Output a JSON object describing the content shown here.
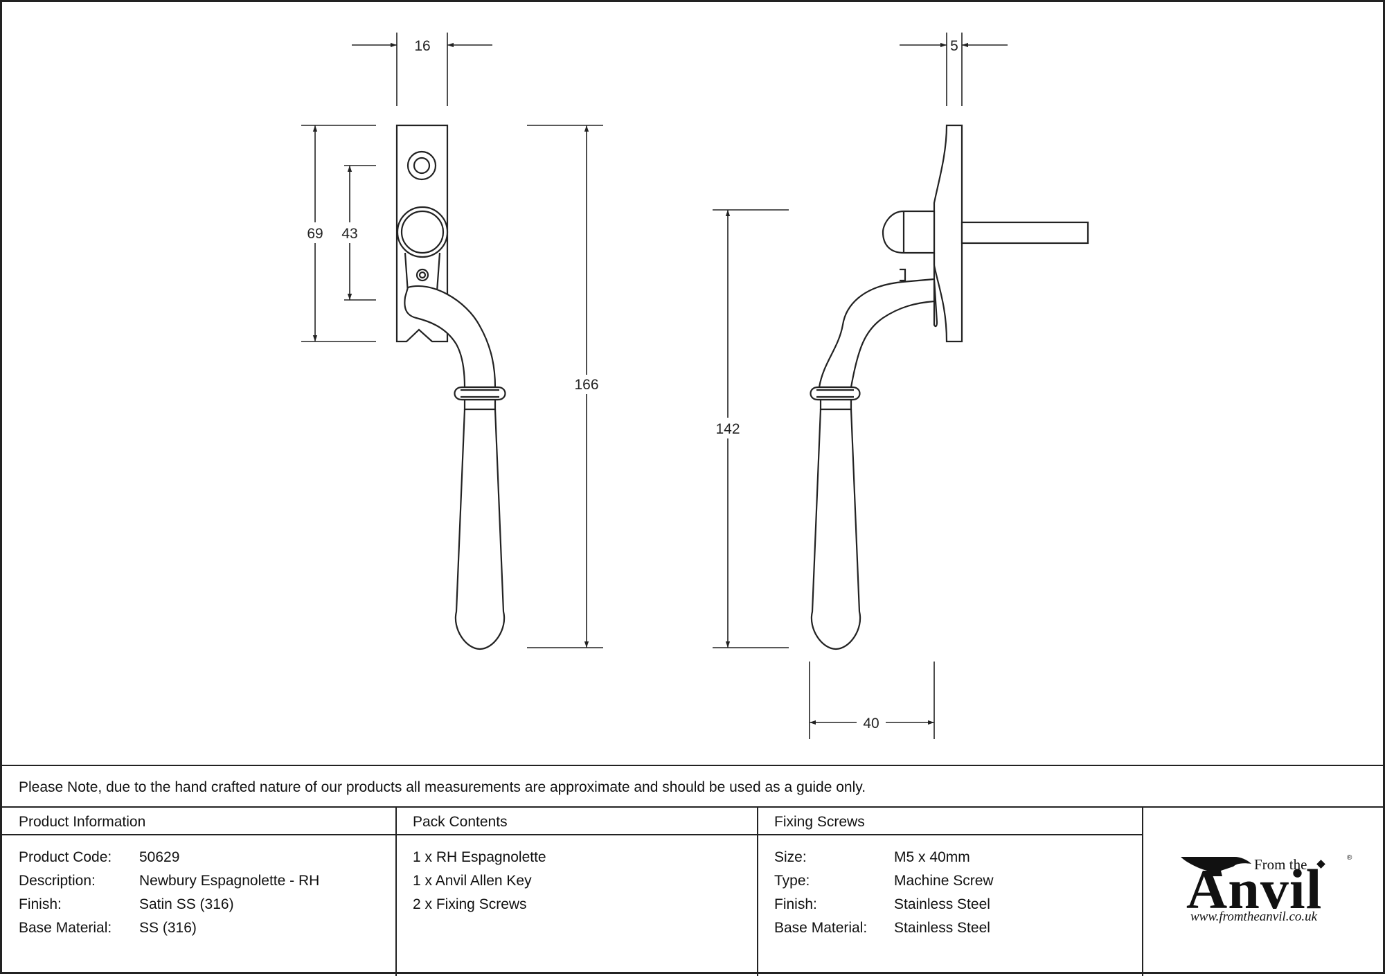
{
  "dimensions": {
    "plate_width": "16",
    "plate_thickness": "5",
    "plate_height": "69",
    "spindle_to_hole": "43",
    "overall_length": "166",
    "handle_length": "142",
    "projection": "40"
  },
  "note": "Please Note, due to the hand crafted nature of our products all measurements are approximate and should be used as a guide only.",
  "product_info": {
    "heading": "Product Information",
    "rows": [
      {
        "label": "Product Code:",
        "value": "50629"
      },
      {
        "label": "Description:",
        "value": "Newbury Espagnolette - RH"
      },
      {
        "label": "Finish:",
        "value": "Satin SS (316)"
      },
      {
        "label": "Base Material:",
        "value": "SS (316)"
      }
    ]
  },
  "pack_contents": {
    "heading": "Pack Contents",
    "items": [
      "1 x RH Espagnolette",
      "1 x Anvil Allen Key",
      "2 x Fixing Screws"
    ]
  },
  "fixing_screws": {
    "heading": "Fixing Screws",
    "rows": [
      {
        "label": "Size:",
        "value": "M5 x 40mm"
      },
      {
        "label": "Type:",
        "value": "Machine Screw"
      },
      {
        "label": "Finish:",
        "value": "Stainless Steel"
      },
      {
        "label": "Base Material:",
        "value": "Stainless Steel"
      }
    ]
  },
  "logo": {
    "from_the": "From the",
    "brand": "Anvil",
    "registered": "®",
    "url": "www.fromtheanvil.co.uk"
  }
}
